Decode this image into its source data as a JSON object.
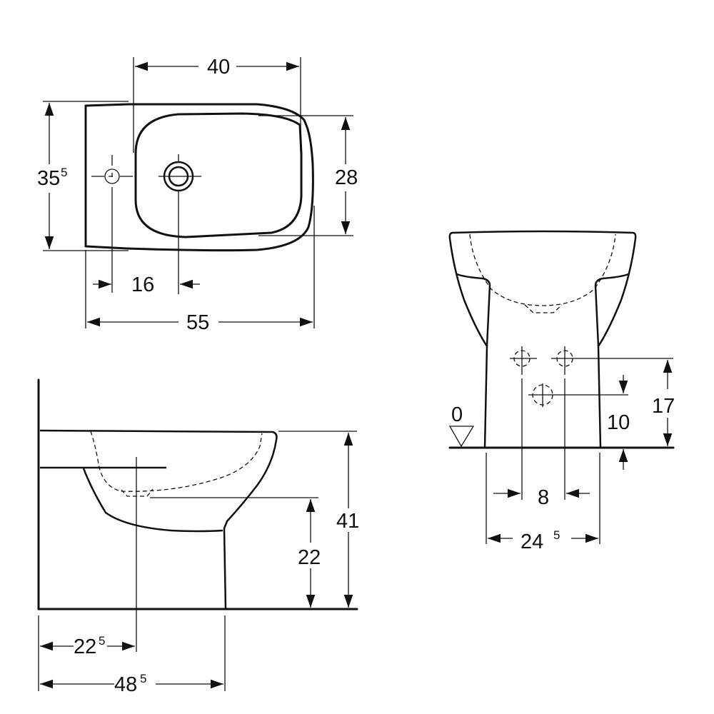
{
  "drawing": {
    "top_view": {
      "dim_bowl_length": {
        "value": "40",
        "sup": ""
      },
      "dim_width": {
        "value": "35",
        "sup": "5"
      },
      "dim_bowl_width": {
        "value": "28",
        "sup": ""
      },
      "dim_tap_to_drain": {
        "value": "16",
        "sup": ""
      },
      "dim_overall_length": {
        "value": "55",
        "sup": ""
      }
    },
    "side_view": {
      "dim_rim_height": {
        "value": "41",
        "sup": ""
      },
      "dim_drain_height": {
        "value": "22",
        "sup": ""
      },
      "dim_drain_from_wall": {
        "value": "22",
        "sup": "5"
      },
      "dim_projection": {
        "value": "48",
        "sup": "5"
      }
    },
    "front_view": {
      "floor_level": {
        "value": "0",
        "sup": ""
      },
      "dim_supply_height": {
        "value": "17",
        "sup": ""
      },
      "dim_waste_height": {
        "value": "10",
        "sup": ""
      },
      "dim_supply_spacing": {
        "value": "8",
        "sup": ""
      },
      "dim_base_width": {
        "value": "24",
        "sup": "5"
      }
    }
  },
  "colors": {
    "line": "#111111",
    "background": "#ffffff"
  }
}
